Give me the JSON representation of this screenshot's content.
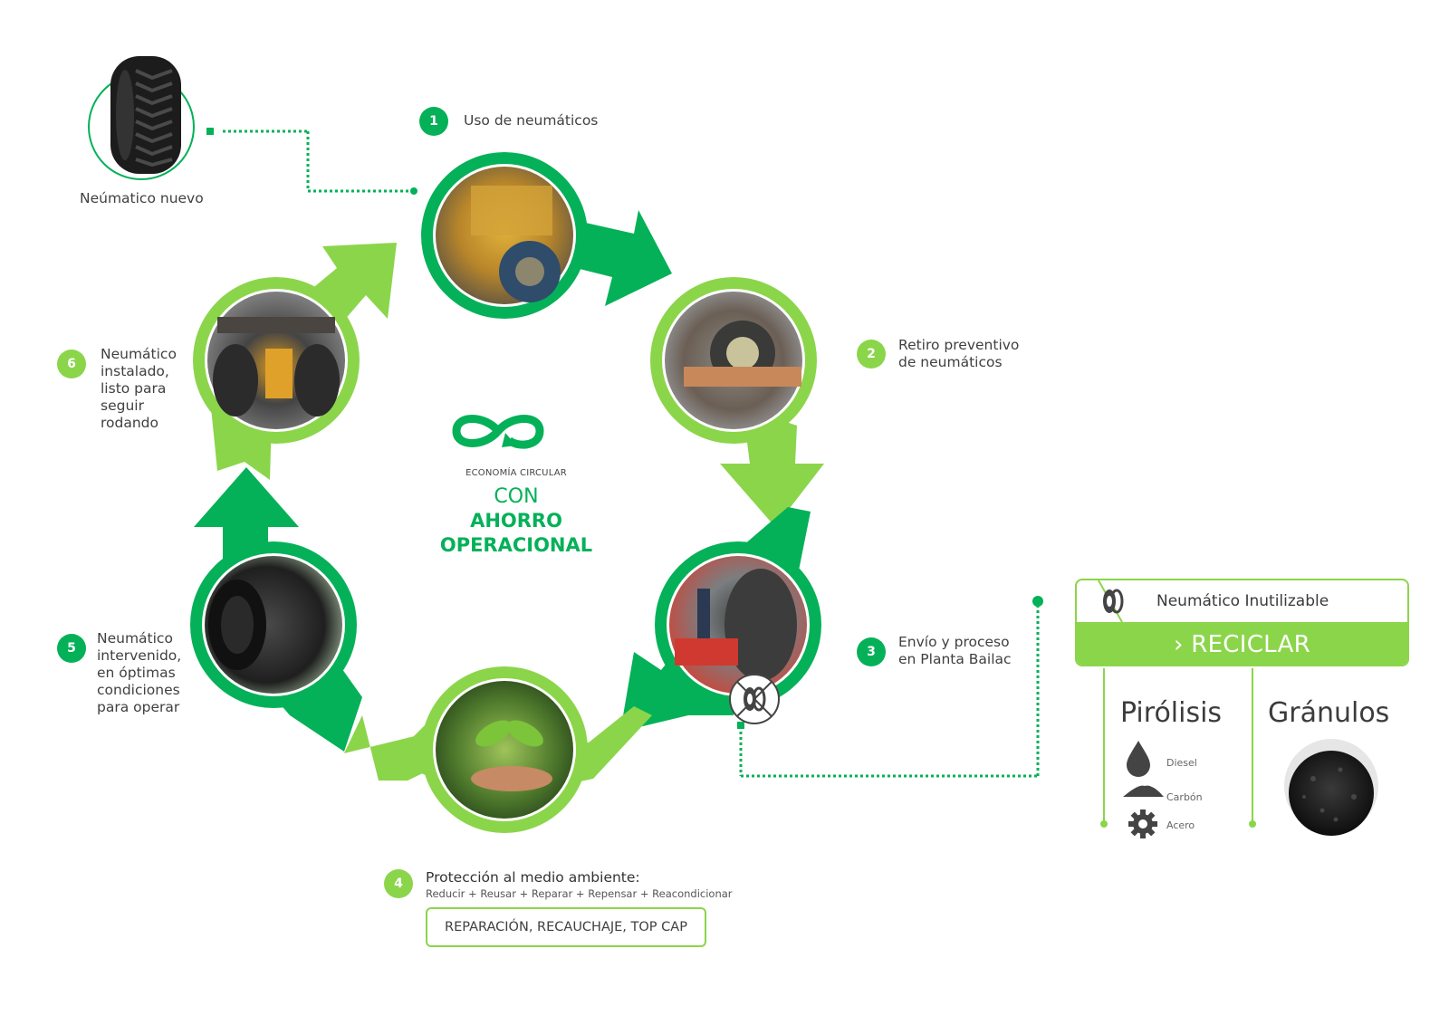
{
  "colors": {
    "dark_green": "#04b158",
    "light_green": "#8bd54a",
    "text": "#404040"
  },
  "new_tire": {
    "label": "Neúmatico nuevo",
    "icon": "tire-icon"
  },
  "center": {
    "icon": "infinity-loop-icon",
    "subtitle": "ECONOMÍA CIRCULAR",
    "line1": "CON",
    "line2": "AHORRO",
    "line3": "OPERACIONAL"
  },
  "steps": [
    {
      "number": "1",
      "label_lines": [
        "Uso de neumáticos"
      ],
      "photo": "mining-truck-photo",
      "ring": "dark"
    },
    {
      "number": "2",
      "label_lines": [
        "Retiro preventivo",
        "de neumáticos"
      ],
      "photo": "tire-removal-photo",
      "ring": "light"
    },
    {
      "number": "3",
      "label_lines": [
        "Envío y proceso",
        "en Planta Bailac"
      ],
      "photo": "tire-processing-plant-photo",
      "ring": "dark"
    },
    {
      "number": "4",
      "label_lines": [
        "Protección al medio ambiente:"
      ],
      "sub": "Reducir +  Reusar + Reparar + Repensar +  Reacondicionar",
      "photo": "plant-in-hands-photo",
      "ring": "light"
    },
    {
      "number": "5",
      "label_lines": [
        "Neumático",
        "intervenido,",
        "en óptimas",
        "condiciones",
        "para operar"
      ],
      "photo": "stacked-tires-photo",
      "ring": "dark"
    },
    {
      "number": "6",
      "label_lines": [
        "Neumático",
        "instalado,",
        "listo para",
        "seguir",
        "rodando"
      ],
      "photo": "installed-truck-tires-photo",
      "ring": "light"
    }
  ],
  "repair_box": {
    "label": "REPARACIÓN, RECAUCHAJE, TOP CAP"
  },
  "unusable": {
    "label": "Neumático Inutilizable",
    "action": "› RECICLAR",
    "icon": "crossed-tire-icon"
  },
  "outputs": {
    "pyrolysis": {
      "title": "Pirólisis",
      "items": [
        {
          "label": "Diesel",
          "icon": "drop-icon"
        },
        {
          "label": "Carbón",
          "icon": "powder-pile-icon"
        },
        {
          "label": "Acero",
          "icon": "gear-icon"
        }
      ]
    },
    "granules": {
      "title": "Gránulos",
      "image": "rubber-granules-photo"
    }
  }
}
